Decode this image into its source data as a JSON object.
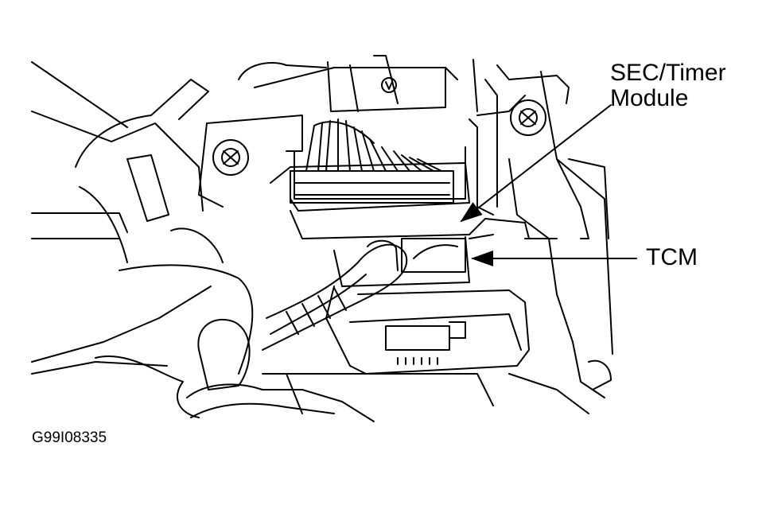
{
  "callouts": {
    "sec_timer_line1": "SEC/Timer",
    "sec_timer_line2": "Module",
    "tcm": "TCM"
  },
  "figure_id": "G99I08335",
  "colors": {
    "ink": "#000000",
    "paper": "#ffffff"
  }
}
